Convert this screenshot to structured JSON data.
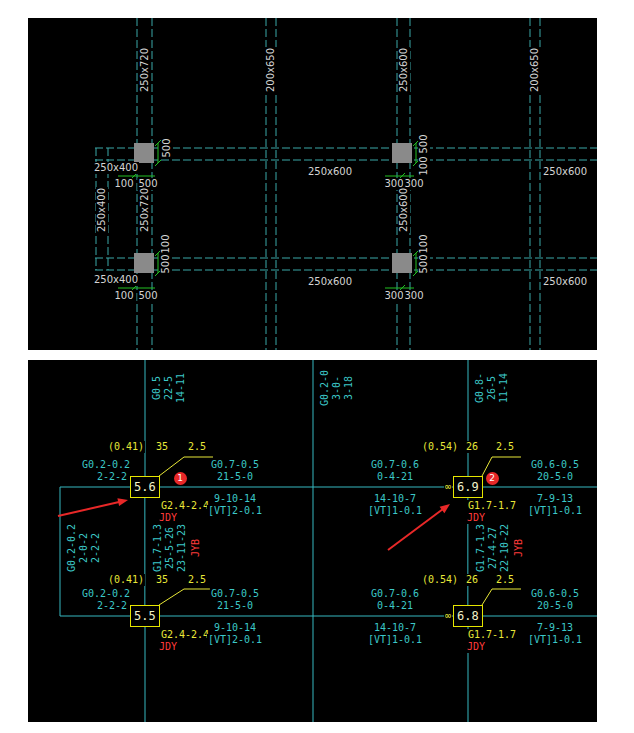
{
  "diagram": {
    "nodes": [
      {
        "text": [
          "5.6"
        ]
      },
      {
        "text": [
          "6.9"
        ]
      },
      {
        "text": [
          "5.5"
        ]
      },
      {
        "text": [
          "6.8"
        ]
      }
    ],
    "edges": [
      {
        "from": 0,
        "to": 1,
        "arrow": "none"
      },
      {
        "from": 2,
        "to": 3,
        "arrow": "none"
      },
      {
        "from": 0,
        "to": 2,
        "arrow": "none"
      },
      {
        "from": 1,
        "to": 3,
        "arrow": "none"
      }
    ],
    "labels": [
      "250x720",
      "200x650",
      "250x600",
      "200x650",
      "500",
      "500",
      "100",
      "250x400",
      "100",
      "500",
      "250x600",
      "300",
      "300",
      "250x600",
      "250x400",
      "250x720",
      "250x600",
      "100",
      "500",
      "100",
      "500",
      "250x400",
      "100",
      "500",
      "250x600",
      "300",
      "300",
      "250x600",
      "G0.5",
      "22-5",
      "14-11",
      "G0.2-0",
      "3-0-",
      "3-18",
      "G0.8-",
      "26-5",
      "11-14",
      "(0.41)",
      "35",
      "2.5",
      "G0.2-0.2",
      "2-2-2",
      "1",
      "G0.7-0.5",
      "21-5-0",
      "G2.4-2.4",
      "9-10-14",
      "JDY",
      "[VT]2-0.1",
      "(0.54)",
      "26",
      "2.5",
      "G0.7-0.6",
      "0-4-21",
      "∞",
      "2",
      "G0.6-0.5",
      "20-5-0",
      "14-10-7",
      "G1.7-1.7",
      "7-9-13",
      "[VT]1-0.1",
      "JDY",
      "[VT]1-0.1",
      "G0.2-0.2",
      "2-0-2",
      "2-2-2",
      "G1.7-1.3",
      "25-5-26",
      "23-11-23",
      "JYB",
      "G1.7-1.3",
      "27-4-27",
      "22-10-22",
      "JYB",
      "(0.41)",
      "35",
      "2.5",
      "G0.2-0.2",
      "2-2-2",
      "G0.7-0.5",
      "21-5-0",
      "G2.4-2.4",
      "9-10-14",
      "JDY",
      "[VT]2-0.1",
      "(0.54)",
      "26",
      "2.5",
      "G0.7-0.6",
      "0-4-21",
      "∞",
      "G0.6-0.5",
      "20-5-0",
      "14-10-7",
      "G1.7-1.7",
      "7-9-13",
      "[VT]1-0.1",
      "JDY",
      "[VT]1-0.1"
    ]
  }
}
